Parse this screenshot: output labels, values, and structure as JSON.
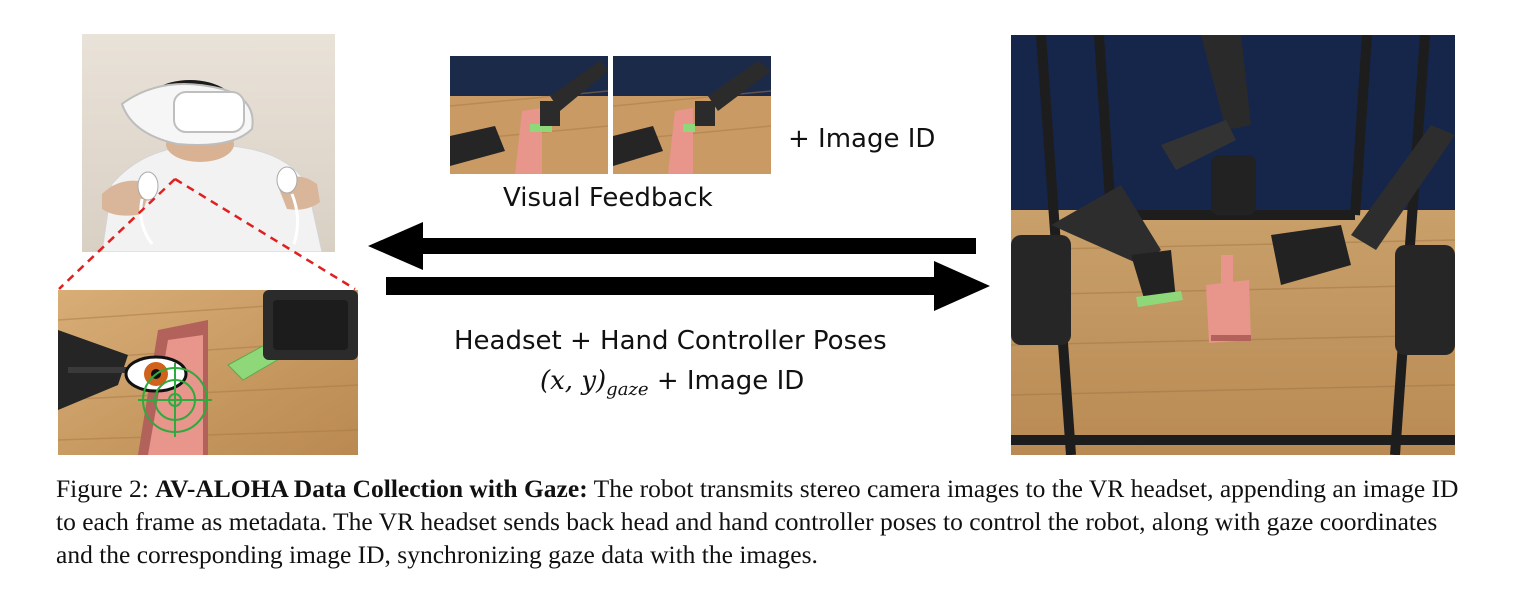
{
  "figure": {
    "labels": {
      "image_id_top": "+ Image ID",
      "visual_feedback": "Visual Feedback",
      "poses": "Headset + Hand Controller Poses",
      "gaze_coord": "(x, y)",
      "gaze_sub": "gaze",
      "image_id_bottom": "+ Image ID"
    },
    "caption": {
      "prefix": "Figure 2: ",
      "bold": "AV-ALOHA Data Collection with Gaze:",
      "text": " The robot transmits stereo camera images to the VR headset, appending an image ID to each frame as metadata. The VR headset sends back head and hand controller poses to control the robot, along with gaze coordinates and the corresponding image ID, synchronizing gaze data with the images."
    },
    "colors": {
      "wood": "#c99a63",
      "robot": "#2b2b2b",
      "block_pink": "#e8958c",
      "block_green": "#8ed87a",
      "dashed_red": "#e02020",
      "reticle_green": "#2eaa3e",
      "wall_blue": "#1c2a4a"
    }
  }
}
